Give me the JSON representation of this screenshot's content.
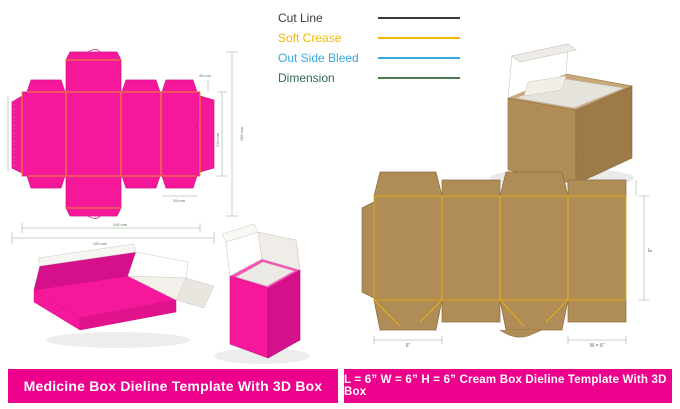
{
  "legend": {
    "items": [
      {
        "label": "Cut Line",
        "color": "#3a3a3a",
        "label_color": "#3a3a3a"
      },
      {
        "label": "Soft Crease",
        "color": "#f5b800",
        "label_color": "#f5b800"
      },
      {
        "label": "Out Side Bleed",
        "color": "#36a9e1",
        "label_color": "#36a9e1"
      },
      {
        "label": "Dimension",
        "color": "#4d7a4d",
        "label_color": "#2f6b4f"
      }
    ]
  },
  "captions": {
    "left": "Medicine Box Dieline Template With 3D Box",
    "right": "L = 6” W = 6” H = 6” Cream Box Dieline Template With 3D Box",
    "bar_color": "#ec008c"
  },
  "colors": {
    "pink": "#f5189b",
    "pink_dark": "#d4108a",
    "kraft": "#b08d57",
    "kraft_dark": "#8a6d3f",
    "crease": "#f5b800",
    "dimension": "#8aa88a",
    "grey_panel": "#d9d9d9",
    "grey_panel_dark": "#bdbdbd",
    "white": "#ffffff"
  },
  "pink_dieline": {
    "name": "Medicine Box Dieline",
    "dimension_labels": [
      {
        "text": "160 mm",
        "pos": "bottom"
      },
      {
        "text": "146 mm",
        "pos": "bottom-inner"
      },
      {
        "text": "268 mm",
        "pos": "right-outer"
      },
      {
        "text": "211 mm",
        "pos": "right-inner"
      },
      {
        "text": "46 mm",
        "pos": "right-small"
      },
      {
        "text": "35 mm",
        "pos": "bottom-small"
      }
    ]
  },
  "kraft_dieline": {
    "name": "Cream Box Dieline",
    "dimension_labels": [
      {
        "text": "6”",
        "pos": "right"
      },
      {
        "text": "6”",
        "pos": "bottom-left"
      },
      {
        "text": "6”",
        "pos": "bottom-right"
      },
      {
        "text": "W = 6”",
        "pos": "bottom"
      }
    ]
  },
  "models": [
    {
      "name": "kraft-3d-box-open",
      "type": "3d",
      "color": "kraft"
    },
    {
      "name": "pink-3d-box-open-flat",
      "type": "3d",
      "color": "pink"
    },
    {
      "name": "pink-3d-box-open-lid",
      "type": "3d",
      "color": "pink"
    }
  ]
}
